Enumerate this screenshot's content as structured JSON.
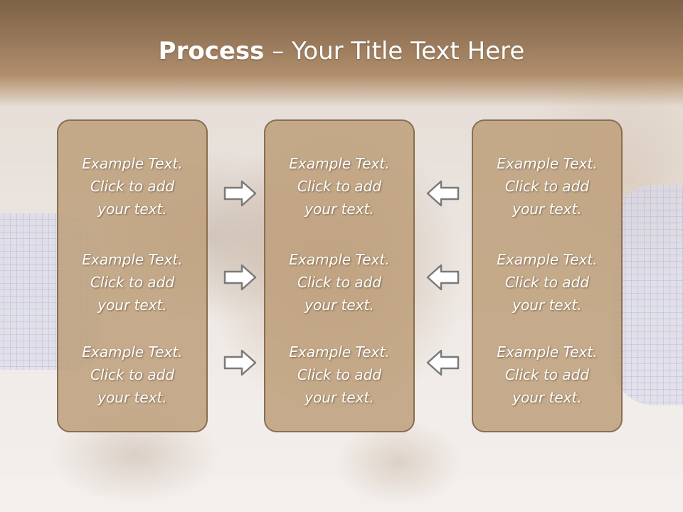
{
  "slide": {
    "title_bold": "Process",
    "title_separator": " – ",
    "title_rest": "Your Title Text Here"
  },
  "columns": [
    {
      "items": [
        {
          "line1": "Example Text.",
          "line2": "Click  to add",
          "line3": "your text."
        },
        {
          "line1": "Example Text.",
          "line2": "Click  to add",
          "line3": "your text."
        },
        {
          "line1": "Example Text.",
          "line2": "Click  to add",
          "line3": "your text."
        }
      ]
    },
    {
      "items": [
        {
          "line1": "Example Text.",
          "line2": "Click  to add",
          "line3": "your text."
        },
        {
          "line1": "Example Text.",
          "line2": "Click  to add",
          "line3": "your text."
        },
        {
          "line1": "Example Text.",
          "line2": "Click  to add",
          "line3": "your text."
        }
      ]
    },
    {
      "items": [
        {
          "line1": "Example Text.",
          "line2": "Click  to add",
          "line3": "your text."
        },
        {
          "line1": "Example Text.",
          "line2": "Click  to add",
          "line3": "your text."
        },
        {
          "line1": "Example Text.",
          "line2": "Click  to add",
          "line3": "your text."
        }
      ]
    }
  ],
  "arrows": {
    "left_group": [
      "right-arrow-icon",
      "right-arrow-icon",
      "right-arrow-icon"
    ],
    "right_group": [
      "left-arrow-icon",
      "left-arrow-icon",
      "left-arrow-icon"
    ]
  },
  "colors": {
    "header": "#957658",
    "box_fill": "#bea07b",
    "box_border": "#8a6d52",
    "text": "#ffffff",
    "arrow_fill": "#ffffff",
    "arrow_stroke": "#7a7a7a"
  }
}
